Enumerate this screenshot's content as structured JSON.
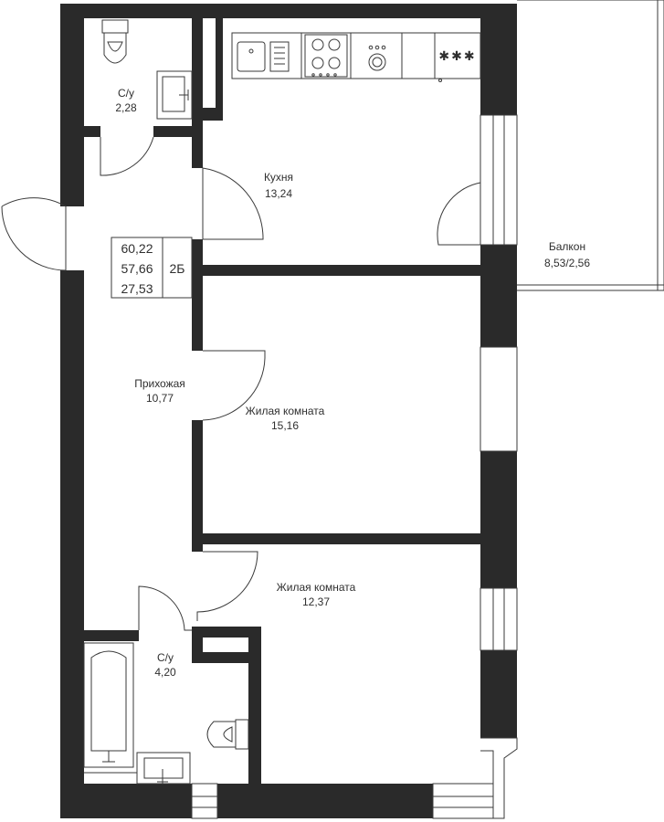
{
  "rooms": {
    "wc_top": {
      "name": "С/у",
      "area": "2,28"
    },
    "kitchen": {
      "name": "Кухня",
      "area": "13,24"
    },
    "balcony": {
      "name": "Балкон",
      "area": "8,53/2,56"
    },
    "hallway": {
      "name": "Прихожая",
      "area": "10,77"
    },
    "living1": {
      "name": "Жилая комната",
      "area": "15,16"
    },
    "living2": {
      "name": "Жилая комната",
      "area": "12,37"
    },
    "wc_bottom": {
      "name": "С/у",
      "area": "4,20"
    }
  },
  "summary": {
    "total": "60,22",
    "living": "57,66",
    "rooms_area": "27,53",
    "type": "2Б"
  },
  "icons": [
    "sink-icon",
    "stove-icon",
    "dishwasher-icon",
    "hob-icon",
    "toilet-icon",
    "bathtub-icon",
    "washbasin-icon"
  ],
  "colors": {
    "wall": "#2a2a2a",
    "line": "#3a3a3a",
    "background": "#ffffff"
  }
}
